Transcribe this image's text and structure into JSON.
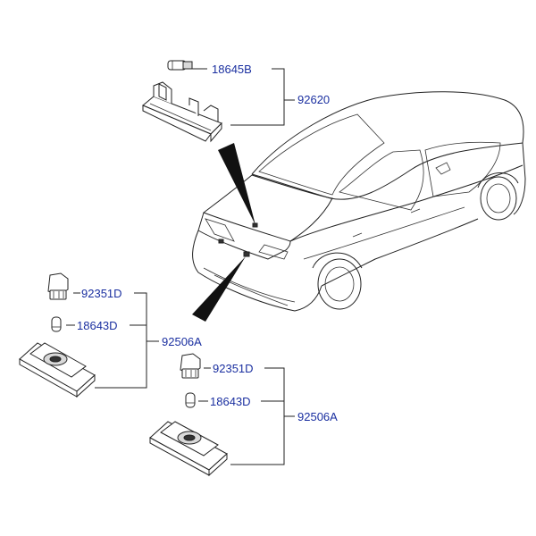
{
  "diagram": {
    "labels": {
      "bulb_top": "18645B",
      "assembly_top": "92620",
      "socket_left": "92351D",
      "bulb_left": "18643D",
      "assembly_left": "92506A",
      "socket_right": "92351D",
      "bulb_right": "18643D",
      "assembly_right": "92506A"
    }
  }
}
